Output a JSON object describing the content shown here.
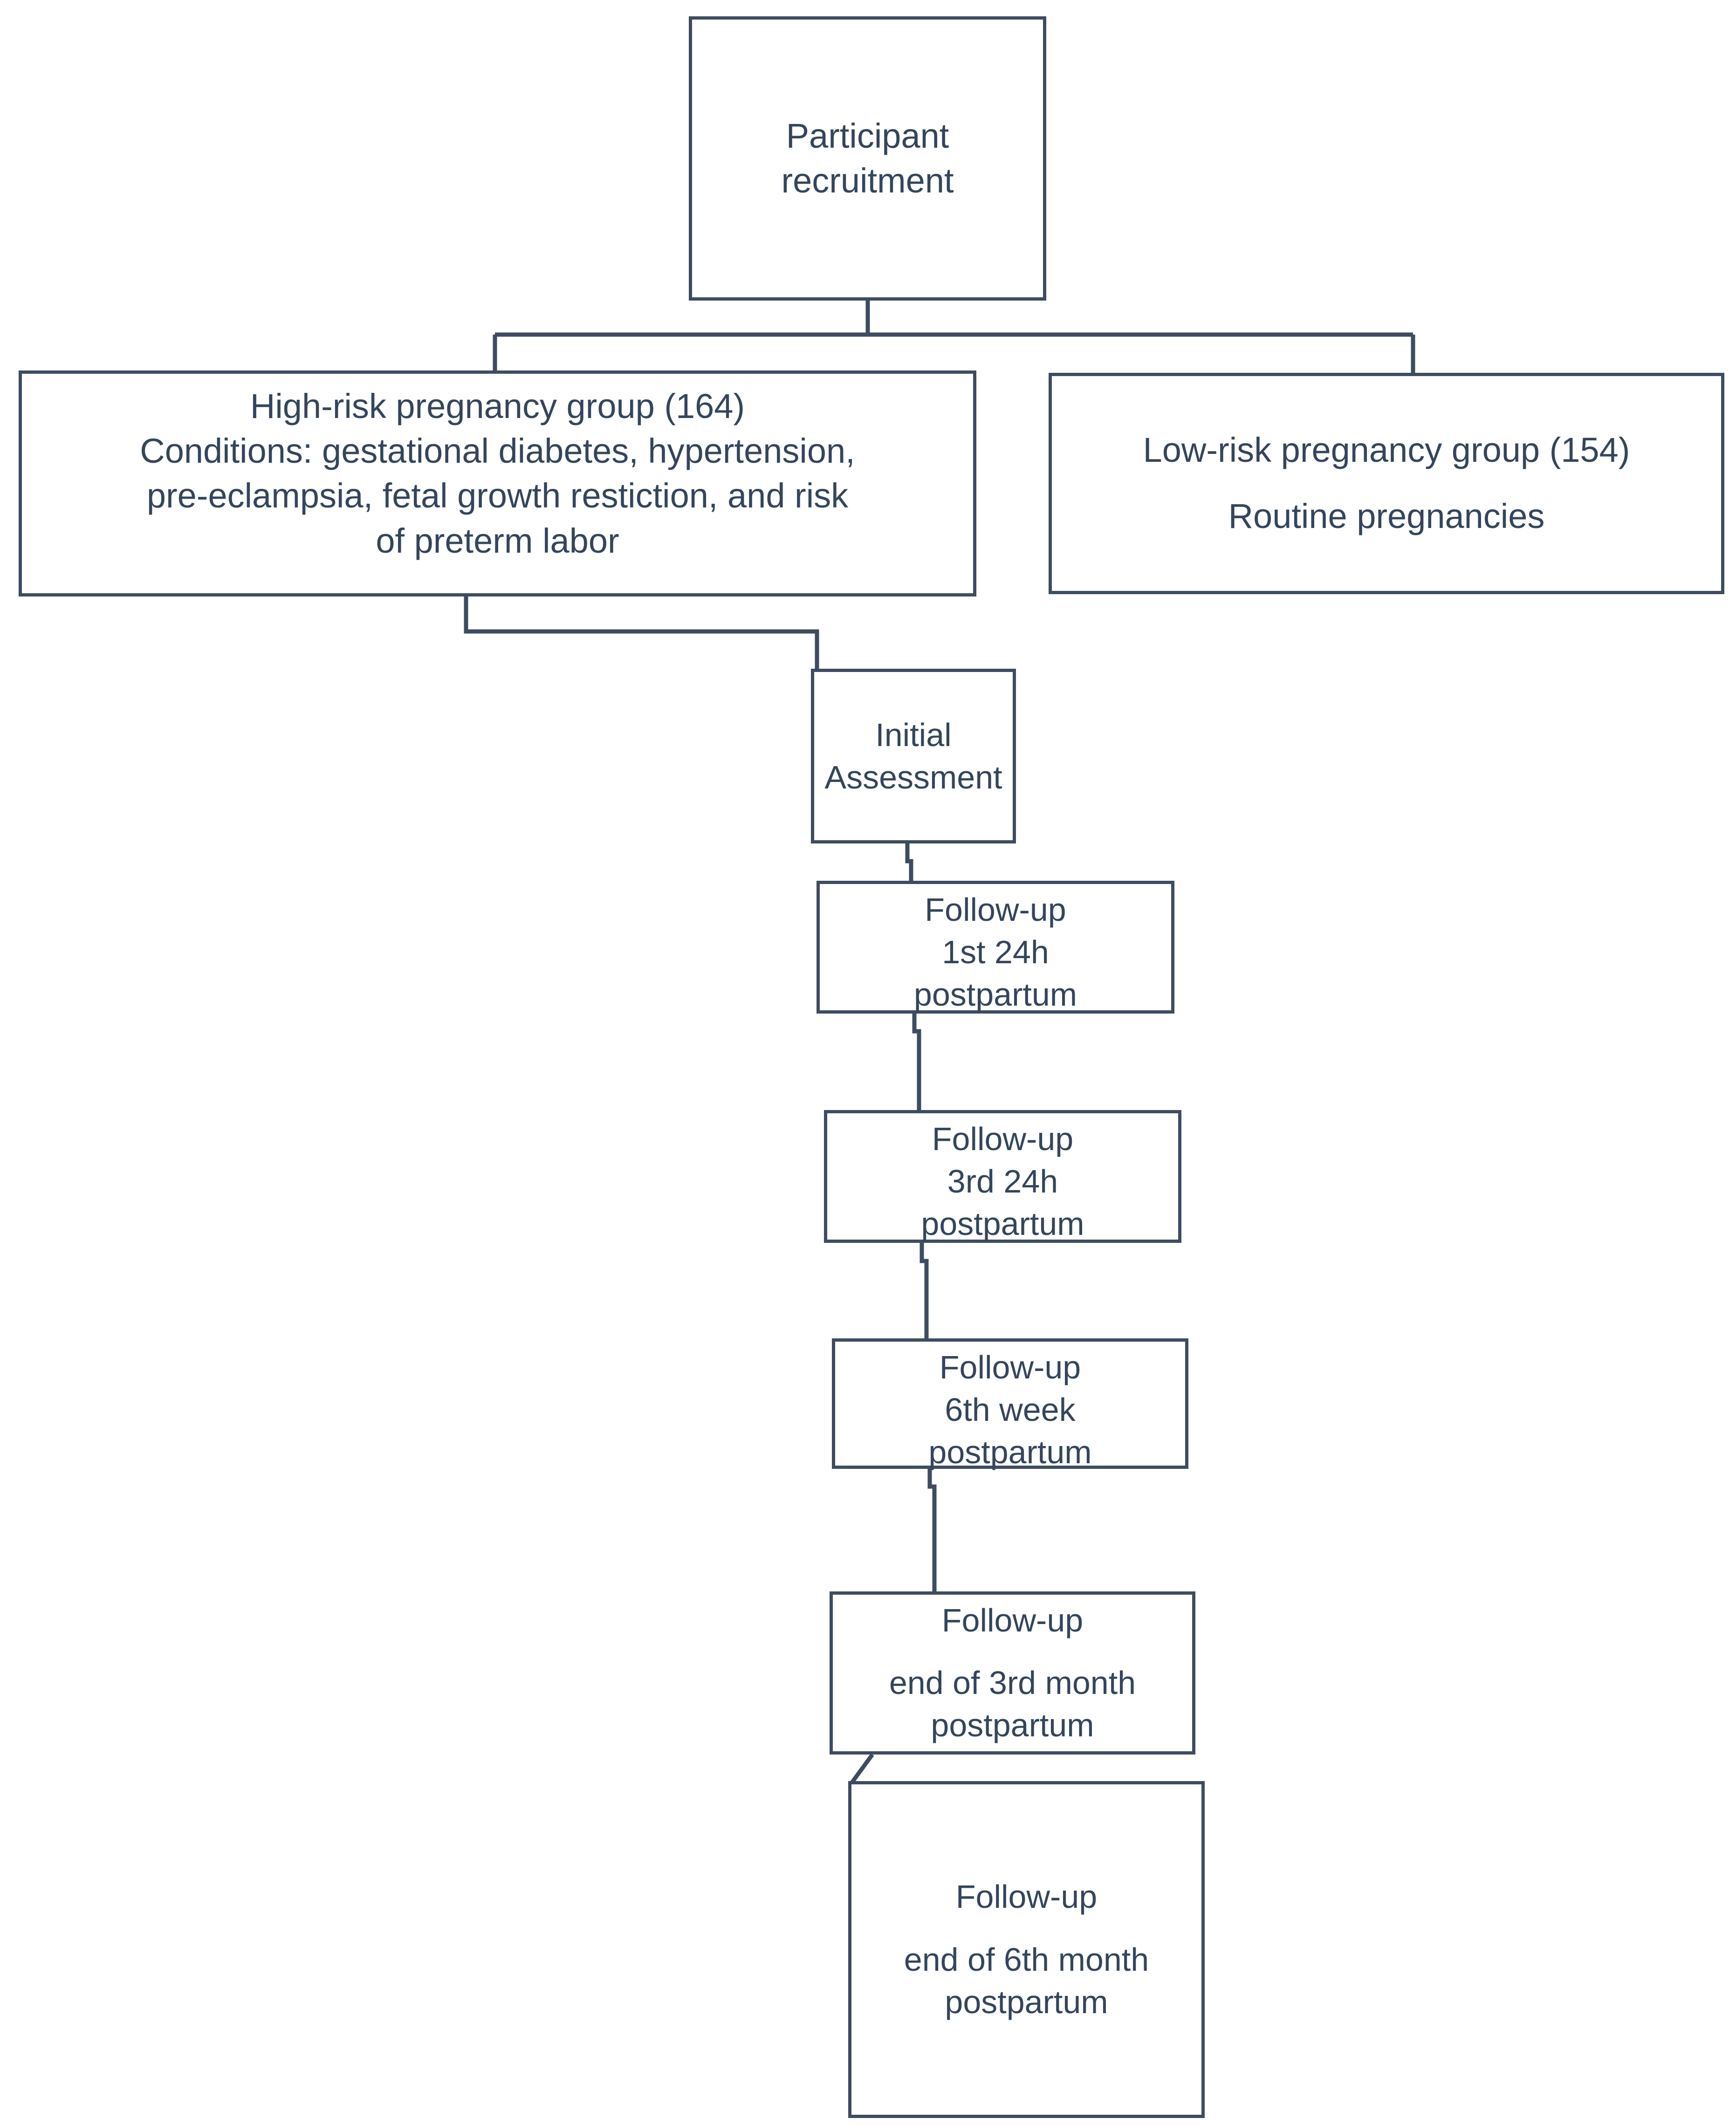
{
  "diagram": {
    "type": "flowchart",
    "stroke_color": "#3e4c61",
    "text_color": "#34455c",
    "background": "#ffffff",
    "nodes": [
      {
        "id": "recruit",
        "name": "participant-recruitment",
        "lines": [
          "Participant",
          "recruitment"
        ]
      },
      {
        "id": "highrisk",
        "name": "high-risk-pregnancy-group",
        "lines": [
          "High-risk pregnancy group (164)",
          "Conditions: gestational diabetes, hypertension,",
          "pre-eclampsia, fetal growth restiction, and risk",
          "of preterm labor"
        ]
      },
      {
        "id": "lowrisk",
        "name": "low-risk-pregnancy-group",
        "lines": [
          "Low-risk pregnancy group (154)",
          "Routine pregnancies"
        ]
      },
      {
        "id": "initial",
        "name": "initial-assessment",
        "lines": [
          "Initial",
          "Assessment"
        ]
      },
      {
        "id": "fu1",
        "name": "follow-up-1st-24h-postpartum",
        "lines": [
          "Follow-up",
          "1st 24h",
          "postpartum"
        ]
      },
      {
        "id": "fu2",
        "name": "follow-up-3rd-24h-postpartum",
        "lines": [
          "Follow-up",
          "3rd 24h",
          "postpartum"
        ]
      },
      {
        "id": "fu3",
        "name": "follow-up-6th-week-postpartum",
        "lines": [
          "Follow-up",
          "6th week",
          "postpartum"
        ]
      },
      {
        "id": "fu4",
        "name": "follow-up-end-of-3rd-month-postpartum",
        "lines": [
          "Follow-up",
          "end of 3rd month",
          "postpartum"
        ]
      },
      {
        "id": "fu5",
        "name": "follow-up-end-of-6th-month-postpartum",
        "lines": [
          "Follow-up",
          "end of 6th month",
          "postpartum"
        ]
      }
    ],
    "edges": [
      {
        "from": "recruit",
        "to": "highrisk"
      },
      {
        "from": "recruit",
        "to": "lowrisk"
      },
      {
        "from": "highrisk",
        "to": "initial"
      },
      {
        "from": "initial",
        "to": "fu1"
      },
      {
        "from": "fu1",
        "to": "fu2"
      },
      {
        "from": "fu2",
        "to": "fu3"
      },
      {
        "from": "fu3",
        "to": "fu4"
      },
      {
        "from": "fu4",
        "to": "fu5"
      }
    ]
  }
}
